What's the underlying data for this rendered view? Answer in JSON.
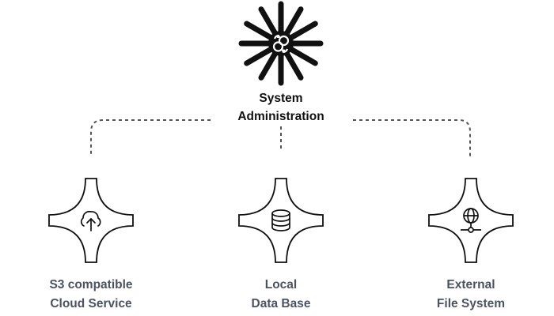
{
  "center": {
    "icon": "sync-gears-icon",
    "title_line1": "System",
    "title_line2": "Administration"
  },
  "nodes": [
    {
      "icon": "cloud-upload-icon",
      "line1": "S3 compatible",
      "line2": "Cloud Service"
    },
    {
      "icon": "database-icon",
      "line1": "Local",
      "line2": "Data Base"
    },
    {
      "icon": "network-globe-icon",
      "line1": "External",
      "line2": "File System"
    }
  ],
  "colors": {
    "title": "#111111",
    "label": "#4b5363",
    "connector": "#555555",
    "stroke": "#111111"
  }
}
